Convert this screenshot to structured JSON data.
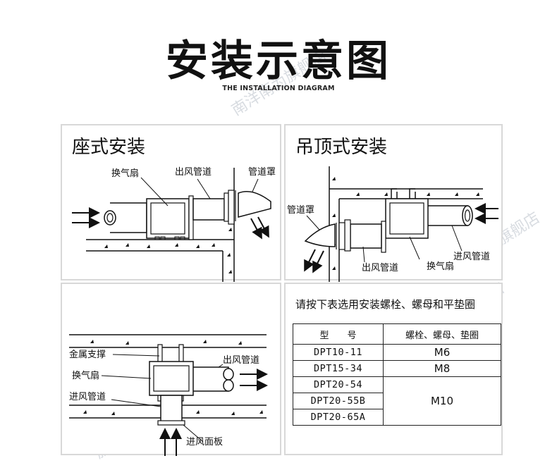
{
  "header": {
    "title": "安装示意图",
    "subtitle": "THE INSTALLATION DIAGRAM"
  },
  "floor_mount": {
    "title": "座式安装",
    "labels": {
      "fan": "换气扇",
      "outlet_duct": "出风管道",
      "duct_hood": "管道罩"
    }
  },
  "ceiling_mount": {
    "title": "吊顶式安装",
    "labels": {
      "duct_hood": "管道罩",
      "outlet_duct": "出风管道",
      "fan": "换气扇",
      "inlet_duct": "进风管道"
    }
  },
  "vertical_mount": {
    "labels": {
      "metal_support": "金属支撑",
      "fan": "换气扇",
      "inlet_duct": "进风管道",
      "outlet_duct": "出风管道",
      "inlet_panel": "进风面板"
    }
  },
  "spec_table": {
    "title": "请按下表选用安装螺栓、螺母和平垫圈",
    "headers": [
      "型　　号",
      "螺栓、螺母、垫圈"
    ],
    "rows": [
      {
        "model": "DPT10-11",
        "bolt": "M6"
      },
      {
        "model": "DPT15-34",
        "bolt": "M8"
      },
      {
        "model": "DPT20-54",
        "bolt": "M10"
      },
      {
        "model": "DPT20-55B",
        "bolt": ""
      },
      {
        "model": "DPT20-65A",
        "bolt": ""
      }
    ]
  },
  "watermark": {
    "text_1": "南洋南为旗舰店",
    "text_2": "南洋南为旗舰店",
    "text_3": "南洋南为旗舰店",
    "text_4": "旗舰店"
  }
}
